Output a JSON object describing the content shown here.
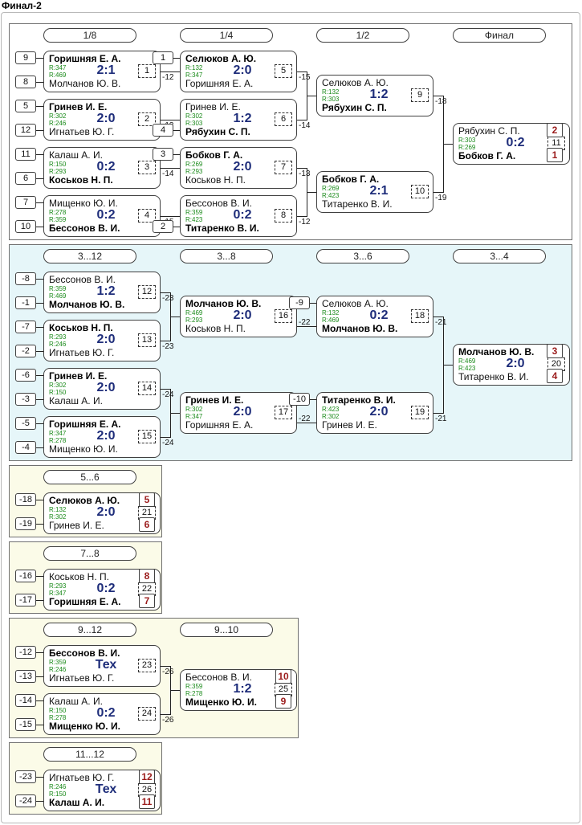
{
  "page_title": "Финал-2",
  "sections": {
    "main": {
      "headers": [
        "1/8",
        "1/4",
        "1/2",
        "Финал"
      ],
      "matches": [
        {
          "id": "m1",
          "p1": "Горишняя Е. А.",
          "p1_bold": true,
          "r1": "R:347",
          "score": "2:1",
          "r2": "R:469",
          "p2": "Молчанов Ю. В.",
          "p2_bold": false,
          "num": "1",
          "dest": "-12"
        },
        {
          "id": "m2",
          "p1": "Гринев И. Е.",
          "p1_bold": true,
          "r1": "R:302",
          "score": "2:0",
          "r2": "R:246",
          "p2": "Игнатьев Ю. Г.",
          "p2_bold": false,
          "num": "2",
          "dest": "-13"
        },
        {
          "id": "m3",
          "p1": "Калаш А. И.",
          "p1_bold": false,
          "r1": "R:150",
          "score": "0:2",
          "r2": "R:293",
          "p2": "Коськов Н. П.",
          "p2_bold": true,
          "num": "3",
          "dest": "-14"
        },
        {
          "id": "m4",
          "p1": "Мищенко Ю. И.",
          "p1_bold": false,
          "r1": "R:278",
          "score": "0:2",
          "r2": "R:359",
          "p2": "Бессонов В. И.",
          "p2_bold": true,
          "num": "4",
          "dest": "-15"
        },
        {
          "id": "m5",
          "p1": "Селюков А. Ю.",
          "p1_bold": true,
          "r1": "R:132",
          "score": "2:0",
          "r2": "R:347",
          "p2": "Горишняя Е. А.",
          "p2_bold": false,
          "num": "5",
          "dest": "-15"
        },
        {
          "id": "m6",
          "p1": "Гринев И. Е.",
          "p1_bold": false,
          "r1": "R:302",
          "score": "1:2",
          "r2": "R:303",
          "p2": "Рябухин С. П.",
          "p2_bold": true,
          "num": "6",
          "dest": "-14"
        },
        {
          "id": "m7",
          "p1": "Бобков Г. А.",
          "p1_bold": true,
          "r1": "R:269",
          "score": "2:0",
          "r2": "R:293",
          "p2": "Коськов Н. П.",
          "p2_bold": false,
          "num": "7",
          "dest": "-13"
        },
        {
          "id": "m8",
          "p1": "Бессонов В. И.",
          "p1_bold": false,
          "r1": "R:359",
          "score": "0:2",
          "r2": "R:423",
          "p2": "Титаренко В. И.",
          "p2_bold": true,
          "num": "8",
          "dest": "-12"
        },
        {
          "id": "m9",
          "p1": "Селюков А. Ю.",
          "p1_bold": false,
          "r1": "R:132",
          "score": "1:2",
          "r2": "R:303",
          "p2": "Рябухин С. П.",
          "p2_bold": true,
          "num": "9",
          "dest": "-18"
        },
        {
          "id": "m10",
          "p1": "Бобков Г. А.",
          "p1_bold": true,
          "r1": "R:269",
          "score": "2:1",
          "r2": "R:423",
          "p2": "Титаренко В. И.",
          "p2_bold": false,
          "num": "10",
          "dest": "-19"
        },
        {
          "id": "m11",
          "p1": "Рябухин С. П.",
          "p1_bold": false,
          "r1": "R:303",
          "score": "0:2",
          "r2": "R:269",
          "p2": "Бобков Г. А.",
          "p2_bold": true,
          "num": "11",
          "dest": ""
        }
      ],
      "seeds": [
        "9",
        "8",
        "5",
        "12",
        "11",
        "6",
        "7",
        "10",
        "1",
        "4",
        "3",
        "2"
      ],
      "places": [
        "2",
        "1"
      ]
    },
    "s3_12": {
      "headers": [
        "3...12",
        "3...8",
        "3...6",
        "3...4"
      ],
      "matches": [
        {
          "id": "m12",
          "p1": "Бессонов В. И.",
          "p1_bold": false,
          "r1": "R:359",
          "score": "1:2",
          "r2": "R:469",
          "p2": "Молчанов Ю. В.",
          "p2_bold": true,
          "num": "12",
          "dest": "-23"
        },
        {
          "id": "m13",
          "p1": "Коськов Н. П.",
          "p1_bold": true,
          "r1": "R:293",
          "score": "2:0",
          "r2": "R:246",
          "p2": "Игнатьев Ю. Г.",
          "p2_bold": false,
          "num": "13",
          "dest": "-23"
        },
        {
          "id": "m14",
          "p1": "Гринев И. Е.",
          "p1_bold": true,
          "r1": "R:302",
          "score": "2:0",
          "r2": "R:150",
          "p2": "Калаш А. И.",
          "p2_bold": false,
          "num": "14",
          "dest": "-24"
        },
        {
          "id": "m15",
          "p1": "Горишняя Е. А.",
          "p1_bold": true,
          "r1": "R:347",
          "score": "2:0",
          "r2": "R:278",
          "p2": "Мищенко Ю. И.",
          "p2_bold": false,
          "num": "15",
          "dest": "-24"
        },
        {
          "id": "m16",
          "p1": "Молчанов Ю. В.",
          "p1_bold": true,
          "r1": "R:469",
          "score": "2:0",
          "r2": "R:293",
          "p2": "Коськов Н. П.",
          "p2_bold": false,
          "num": "16",
          "dest": "-22"
        },
        {
          "id": "m17",
          "p1": "Гринев И. Е.",
          "p1_bold": true,
          "r1": "R:302",
          "score": "2:0",
          "r2": "R:347",
          "p2": "Горишняя Е. А.",
          "p2_bold": false,
          "num": "17",
          "dest": "-22"
        },
        {
          "id": "m18",
          "p1": "Селюков А. Ю.",
          "p1_bold": false,
          "r1": "R:132",
          "score": "0:2",
          "r2": "R:469",
          "p2": "Молчанов Ю. В.",
          "p2_bold": true,
          "num": "18",
          "dest": "-21"
        },
        {
          "id": "m19",
          "p1": "Титаренко В. И.",
          "p1_bold": true,
          "r1": "R:423",
          "score": "2:0",
          "r2": "R:302",
          "p2": "Гринев И. Е.",
          "p2_bold": false,
          "num": "19",
          "dest": "-21"
        },
        {
          "id": "m20",
          "p1": "Молчанов Ю. В.",
          "p1_bold": true,
          "r1": "R:469",
          "score": "2:0",
          "r2": "R:423",
          "p2": "Титаренко В. И.",
          "p2_bold": false,
          "num": "20",
          "dest": ""
        }
      ],
      "seeds": [
        "-8",
        "-1",
        "-7",
        "-2",
        "-6",
        "-3",
        "-5",
        "-4",
        "-9",
        "-10"
      ],
      "places": [
        "3",
        "4"
      ]
    },
    "s5_6": {
      "headers": [
        "5...6"
      ],
      "matches": [
        {
          "id": "m21",
          "p1": "Селюков А. Ю.",
          "p1_bold": true,
          "r1": "R:132",
          "score": "2:0",
          "r2": "R:302",
          "p2": "Гринев И. Е.",
          "p2_bold": false,
          "num": "21",
          "dest": ""
        }
      ],
      "seeds": [
        "-18",
        "-19"
      ],
      "places": [
        "5",
        "6"
      ]
    },
    "s7_8": {
      "headers": [
        "7...8"
      ],
      "matches": [
        {
          "id": "m22",
          "p1": "Коськов Н. П.",
          "p1_bold": false,
          "r1": "R:293",
          "score": "0:2",
          "r2": "R:347",
          "p2": "Горишняя Е. А.",
          "p2_bold": true,
          "num": "22",
          "dest": ""
        }
      ],
      "seeds": [
        "-16",
        "-17"
      ],
      "places": [
        "8",
        "7"
      ]
    },
    "s9_12": {
      "headers": [
        "9...12",
        "9...10"
      ],
      "matches": [
        {
          "id": "m23",
          "p1": "Бессонов В. И.",
          "p1_bold": true,
          "r1": "R:359",
          "score": "Тех",
          "r2": "R:246",
          "p2": "Игнатьев Ю. Г.",
          "p2_bold": false,
          "num": "23",
          "dest": "-26"
        },
        {
          "id": "m24",
          "p1": "Калаш А. И.",
          "p1_bold": false,
          "r1": "R:150",
          "score": "0:2",
          "r2": "R:278",
          "p2": "Мищенко Ю. И.",
          "p2_bold": true,
          "num": "24",
          "dest": "-26"
        },
        {
          "id": "m25",
          "p1": "Бессонов В. И.",
          "p1_bold": false,
          "r1": "R:359",
          "score": "1:2",
          "r2": "R:278",
          "p2": "Мищенко Ю. И.",
          "p2_bold": true,
          "num": "25",
          "dest": ""
        }
      ],
      "seeds": [
        "-12",
        "-13",
        "-14",
        "-15"
      ],
      "places": [
        "10",
        "9"
      ]
    },
    "s11_12": {
      "headers": [
        "11...12"
      ],
      "matches": [
        {
          "id": "m26",
          "p1": "Игнатьев Ю. Г.",
          "p1_bold": false,
          "r1": "R:246",
          "score": "Тех",
          "r2": "R:150",
          "p2": "Калаш А. И.",
          "p2_bold": true,
          "num": "26",
          "dest": ""
        }
      ],
      "seeds": [
        "-23",
        "-24"
      ],
      "places": [
        "12",
        "11"
      ]
    }
  },
  "colors": {
    "main_bg": "#ffffff",
    "s3_12_bg": "#e6f6f9",
    "lower_bg": "#fbfbe8",
    "score": "#1e2d7a",
    "rating": "#1a8a1a",
    "place": "#9b1c1c"
  }
}
